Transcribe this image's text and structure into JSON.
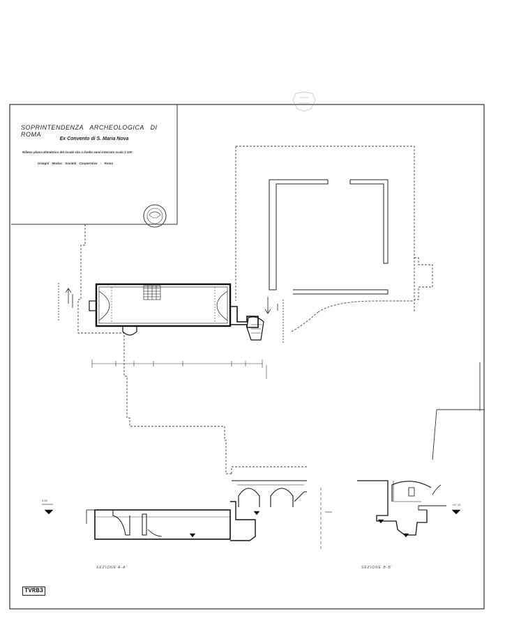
{
  "title_block": {
    "authority": "SOPRINTENDENZA ARCHEOLOGICA DI ROMA",
    "site": "Ex Convento di S. Maria Nova",
    "description": "Rilievo plano-altimetrico del locale sito a livello semi-interrato  scala 1:100",
    "credits": "Disegni  Modus  Società  Cooperativa - Roma"
  },
  "section_labels": {
    "section_a": "SEZIONE A-A'",
    "section_b": "SEZIONE B-B'"
  },
  "sheet_id": "TVRB3",
  "level_marks": {
    "left": "0.00",
    "right": "+27.12"
  },
  "icons": [
    "stamp-seal-icon",
    "watermark-crest-icon",
    "north-arrow-icon"
  ]
}
